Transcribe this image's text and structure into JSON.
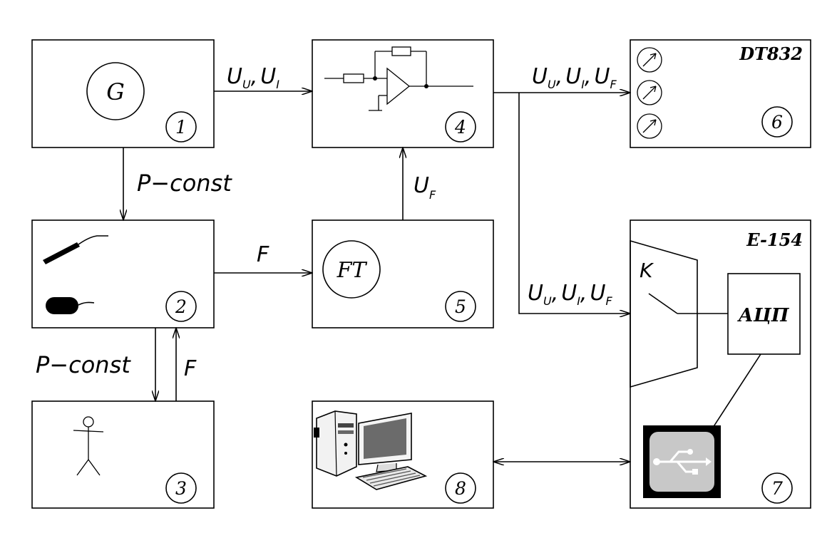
{
  "blocks": {
    "generator": {
      "number": "1",
      "symbol": "G"
    },
    "sensors": {
      "number": "2"
    },
    "subject": {
      "number": "3"
    },
    "amplifier": {
      "number": "4"
    },
    "force_transducer": {
      "number": "5",
      "symbol": "FT"
    },
    "multimeter": {
      "number": "6",
      "model": "DT832"
    },
    "adc_module": {
      "number": "7",
      "model": "E-154",
      "switch_label": "K",
      "adc_label": "АЦП"
    },
    "computer": {
      "number": "8"
    }
  },
  "signals": {
    "gen_to_amp": {
      "u": "U",
      "u_sub": "U",
      "sep": ",",
      "i": "U",
      "i_sub": "I"
    },
    "amp_to_meter": {
      "u": "U",
      "u_sub": "U",
      "sep1": ",",
      "i": "U",
      "i_sub": "I",
      "sep2": ",",
      "f": "U",
      "f_sub": "F"
    },
    "amp_to_adc": {
      "u": "U",
      "u_sub": "U",
      "sep1": ",",
      "i": "U",
      "i_sub": "I",
      "sep2": ",",
      "f": "U",
      "f_sub": "F"
    },
    "ft_to_amp": {
      "f": "U",
      "f_sub": "F"
    },
    "gen_to_sensors": "P−const",
    "sensors_to_subject": "P−const",
    "subject_to_sensors": "F",
    "sensors_to_ft": "F"
  }
}
